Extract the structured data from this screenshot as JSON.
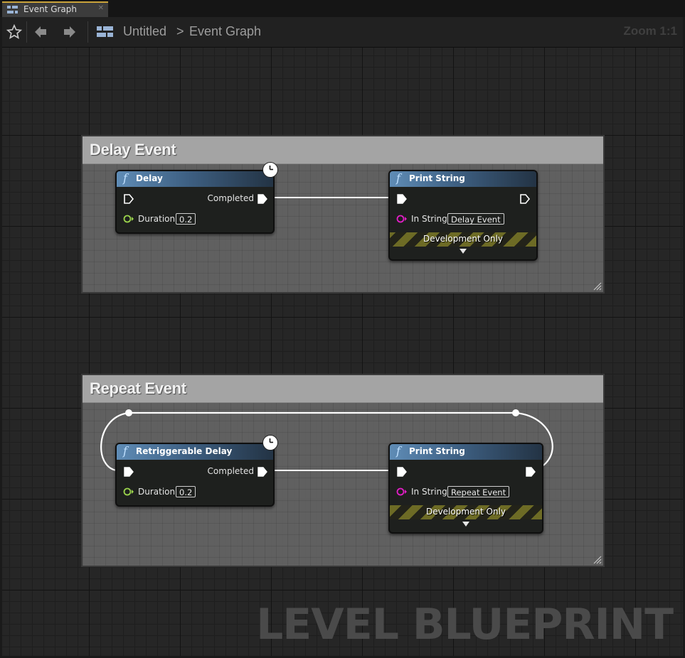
{
  "tab": {
    "label": "Event Graph",
    "icon": "event-graph-icon",
    "accent": "#c9a33a"
  },
  "toolbar": {
    "buttons": [
      "star-icon",
      "back-arrow-icon",
      "forward-arrow-icon",
      "blueprint-icon"
    ],
    "breadcrumb": {
      "root": "Untitled",
      "separator": ">",
      "current": "Event Graph"
    },
    "zoom": "Zoom 1:1"
  },
  "colors": {
    "exec_wire": "#ffffff",
    "float_pin": "#9bd44c",
    "string_pin": "#e41ec8",
    "function_header": "#4f7aa3",
    "dev_stripe": "#6d6b25"
  },
  "comments": [
    {
      "title": "Delay Event",
      "nodes": [
        {
          "title": "Delay",
          "icon": "function-icon",
          "latent_icon": "clock-icon",
          "out_exec_label": "Completed",
          "input_label": "Duration",
          "input_value": "0.2"
        },
        {
          "title": "Print String",
          "icon": "function-icon",
          "input_label": "In String",
          "input_value": "Delay Event",
          "dev_label": "Development Only"
        }
      ]
    },
    {
      "title": "Repeat Event",
      "nodes": [
        {
          "title": "Retriggerable Delay",
          "icon": "function-icon",
          "latent_icon": "clock-icon",
          "out_exec_label": "Completed",
          "input_label": "Duration",
          "input_value": "0.2"
        },
        {
          "title": "Print String",
          "icon": "function-icon",
          "input_label": "In String",
          "input_value": "Repeat Event",
          "dev_label": "Development Only"
        }
      ]
    }
  ],
  "watermark": "LEVEL BLUEPRINT"
}
